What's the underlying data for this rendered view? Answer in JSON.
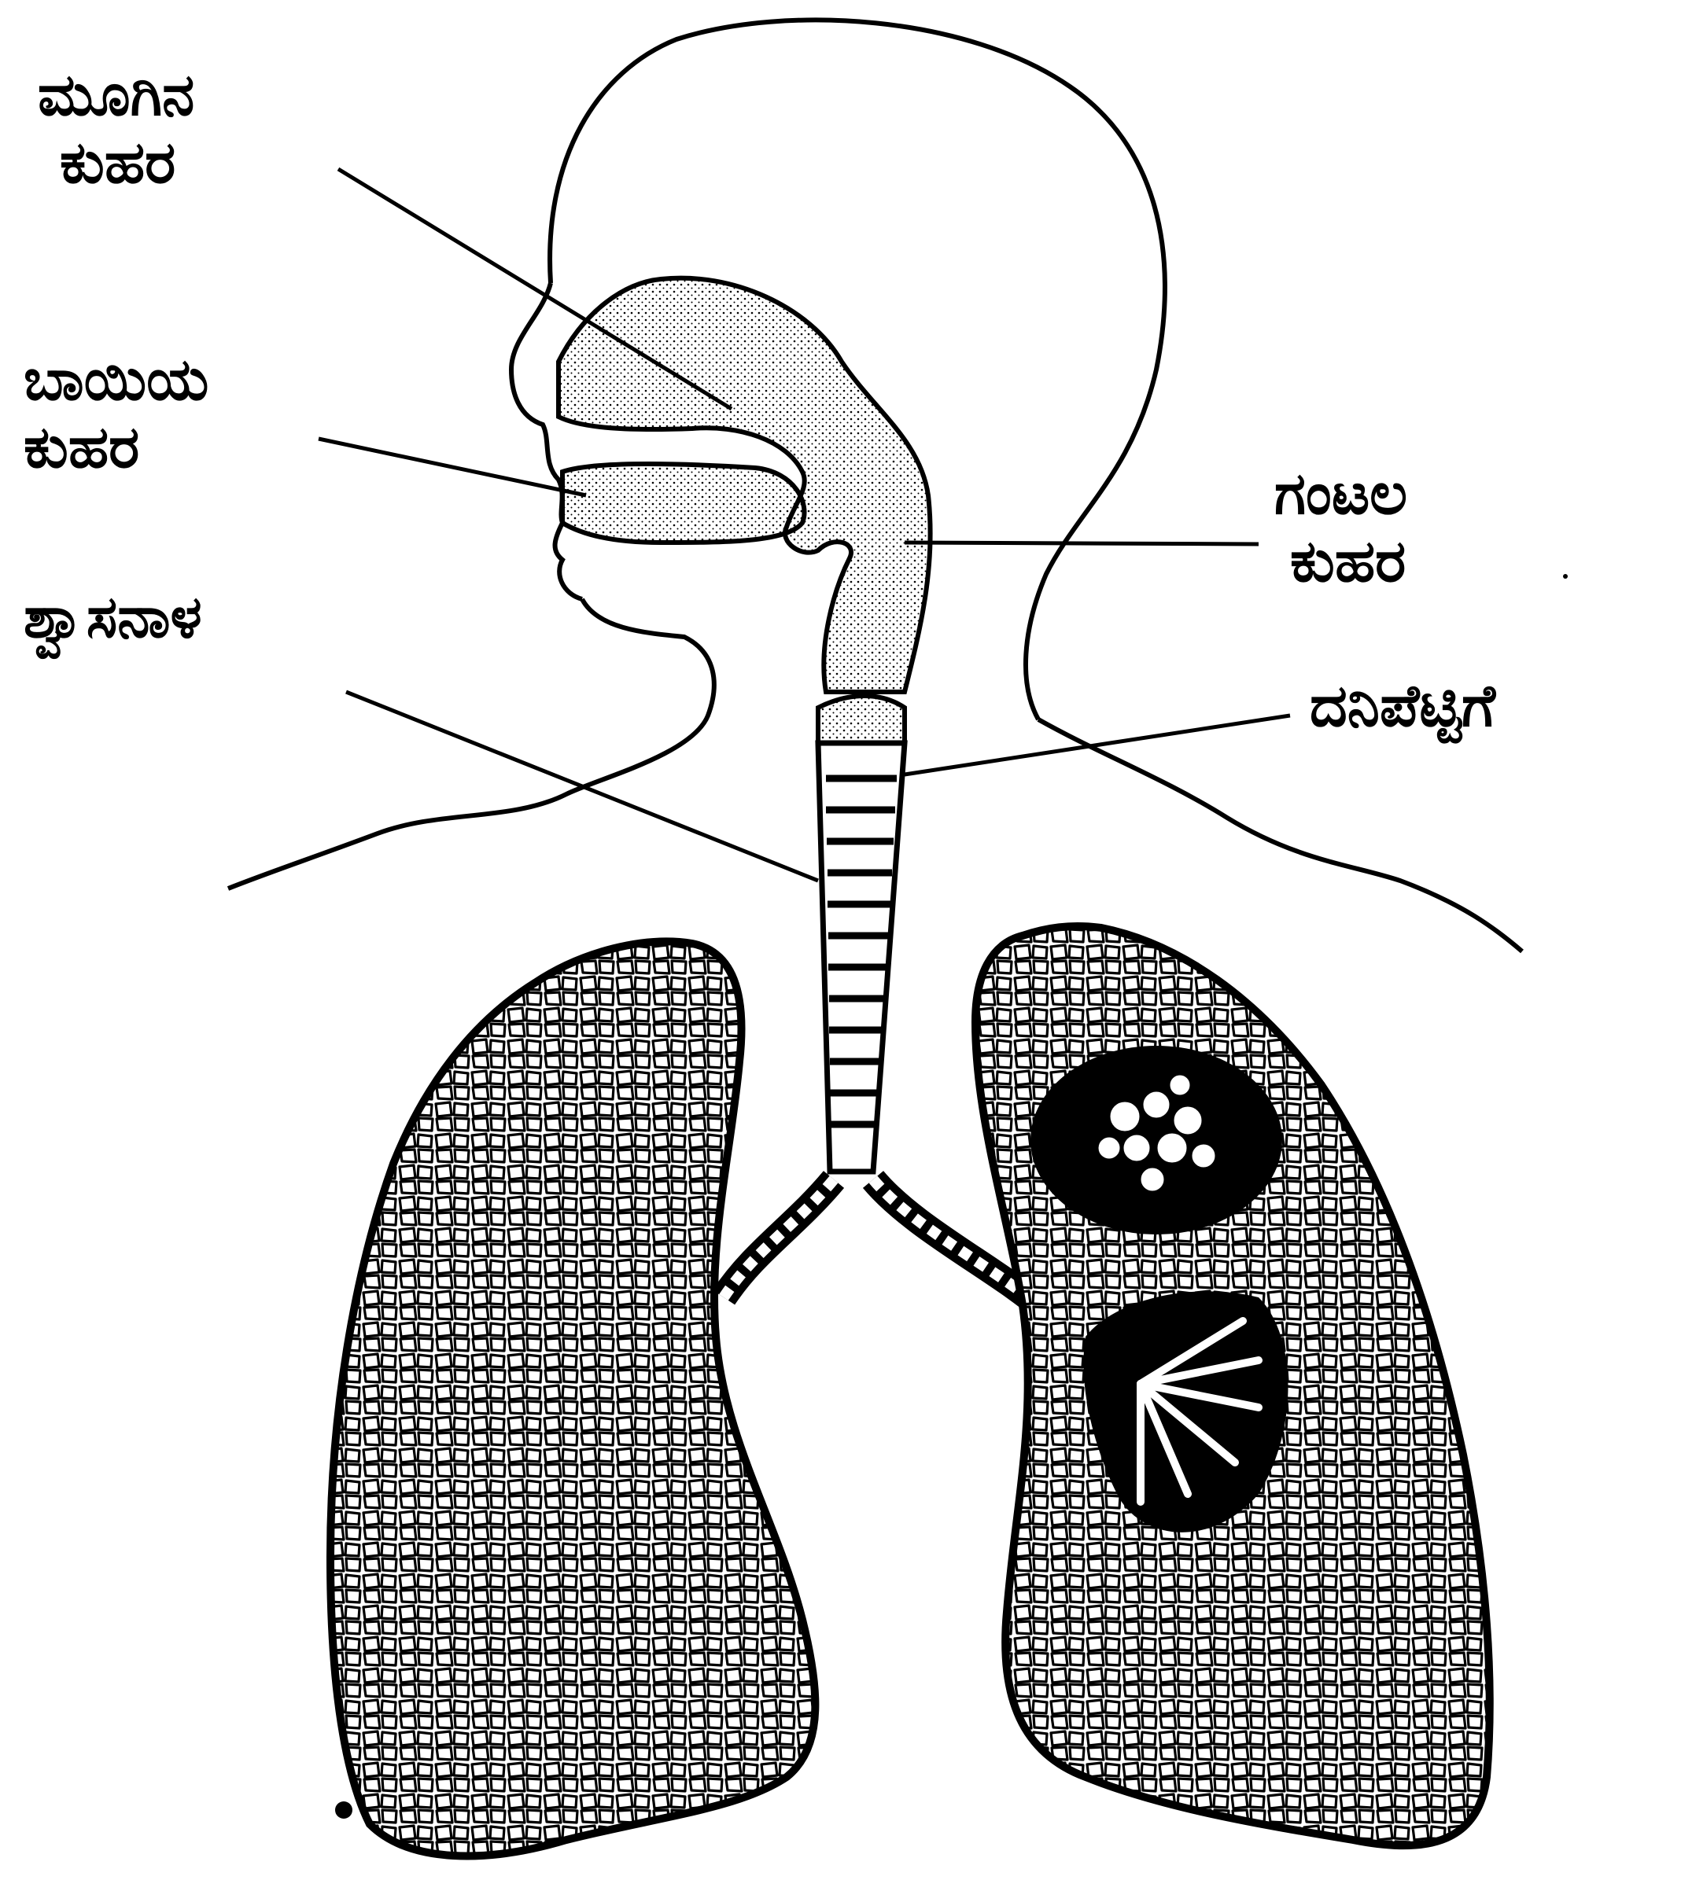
{
  "labels": {
    "nasal_cavity": {
      "line1": "ಮೂಗಿನ",
      "line2": "ಕುಹರ"
    },
    "oral_cavity": {
      "line1": "ಬಾಯಿಯ",
      "line2": "ಕುಹರ"
    },
    "trachea": {
      "line1": "ಶ್ವಾಸನಾಳ"
    },
    "pharynx": {
      "line1": "ಗಂಟಲ",
      "line2": "ಕುಹರ"
    },
    "larynx": {
      "line1": "ದನಿಪೆಟ್ಟಿಗೆ"
    }
  },
  "colors": {
    "ink": "#000000",
    "paper": "#ffffff"
  }
}
